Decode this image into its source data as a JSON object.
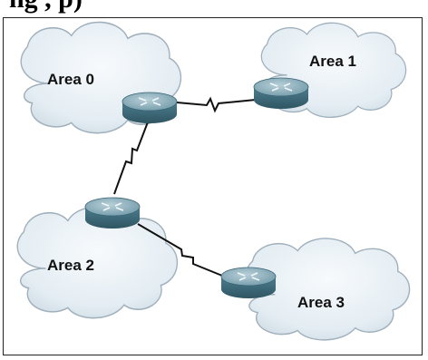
{
  "header": {
    "partial_title": "ng                                              ,   p)"
  },
  "areas": [
    {
      "id": "area0",
      "label": "Area 0"
    },
    {
      "id": "area1",
      "label": "Area 1"
    },
    {
      "id": "area2",
      "label": "Area 2"
    },
    {
      "id": "area3",
      "label": "Area 3"
    }
  ],
  "routers": [
    {
      "id": "r1",
      "area": "Area 0"
    },
    {
      "id": "r2",
      "area": "Area 1"
    },
    {
      "id": "r3",
      "area": "Area 2"
    },
    {
      "id": "r4",
      "area": "Area 3"
    }
  ],
  "links": [
    {
      "from": "r1",
      "to": "r2",
      "type": "serial"
    },
    {
      "from": "r1",
      "to": "r3",
      "type": "serial"
    },
    {
      "from": "r3",
      "to": "r4",
      "type": "serial"
    }
  ],
  "colors": {
    "cloud_fill": "#e6eef4",
    "cloud_stroke": "#9aaab6",
    "router_top": "#8fb3c0",
    "router_side": "#3f6f80",
    "link": "#111111"
  }
}
